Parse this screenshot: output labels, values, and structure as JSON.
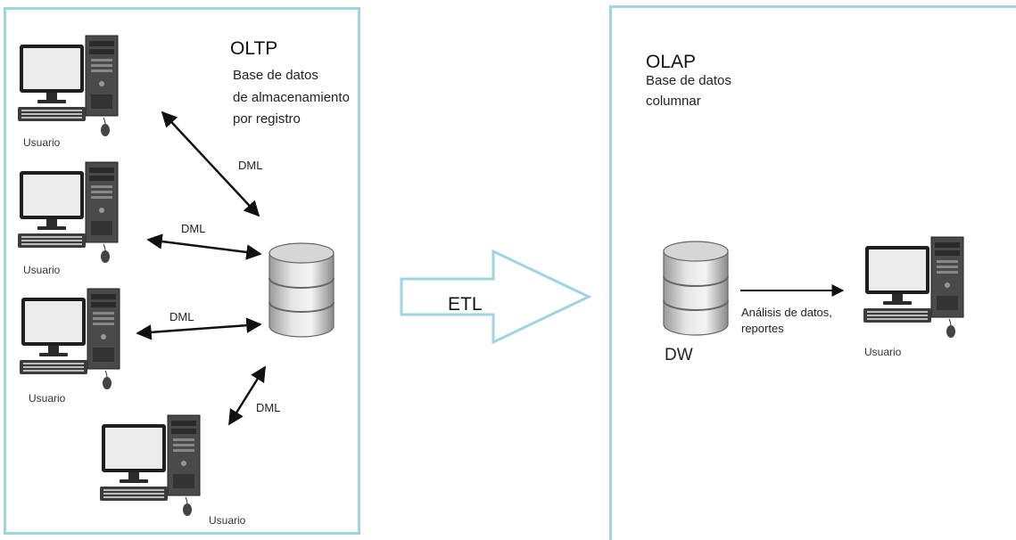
{
  "oltp": {
    "title": "OLTP",
    "description": [
      "Base de datos",
      "de almacenamiento",
      "por registro"
    ],
    "users": [
      "Usuario",
      "Usuario",
      "Usuario",
      "Usuario"
    ],
    "links": [
      "DML",
      "DML",
      "DML",
      "DML"
    ]
  },
  "etl": {
    "label": "ETL"
  },
  "olap": {
    "title": "OLAP",
    "description": [
      "Base de datos",
      "columnar"
    ],
    "warehouse_label": "DW",
    "analysis_lines": [
      "Análisis de datos,",
      "reportes"
    ],
    "user": "Usuario"
  },
  "colors": {
    "panel_border": "#9fd4e0",
    "arrow_outline": "#9fd4e0",
    "line": "#111111"
  },
  "icons": {
    "computer": "desktop-computer-icon",
    "database": "database-cylinder-icon"
  }
}
